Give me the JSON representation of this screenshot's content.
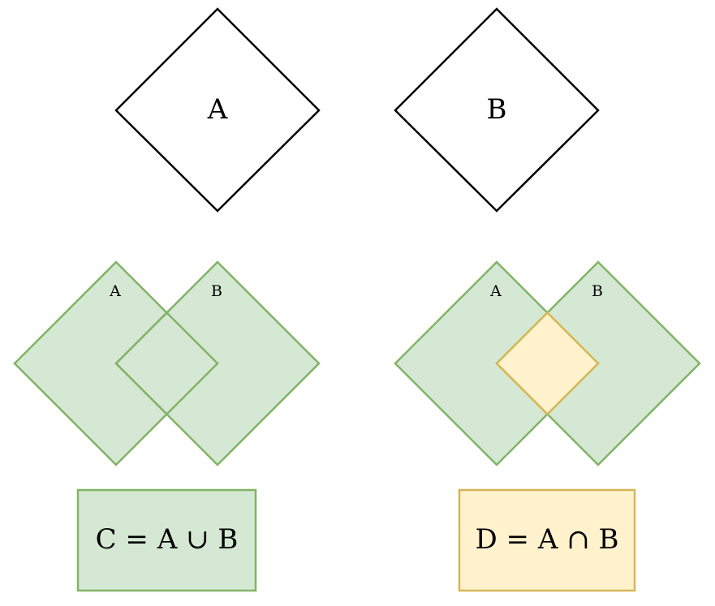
{
  "top": {
    "set_a_label": "A",
    "set_b_label": "B"
  },
  "union": {
    "label_a": "A",
    "label_b": "B",
    "formula": "C = A ∪ B"
  },
  "intersection": {
    "label_a": "A",
    "label_b": "B",
    "formula": "D = A ∩ B"
  },
  "colors": {
    "outline": "#000000",
    "green_fill": "#d5e8d4",
    "green_stroke": "#82b366",
    "yellow_fill": "#fff2cc",
    "yellow_stroke": "#d6b656"
  }
}
